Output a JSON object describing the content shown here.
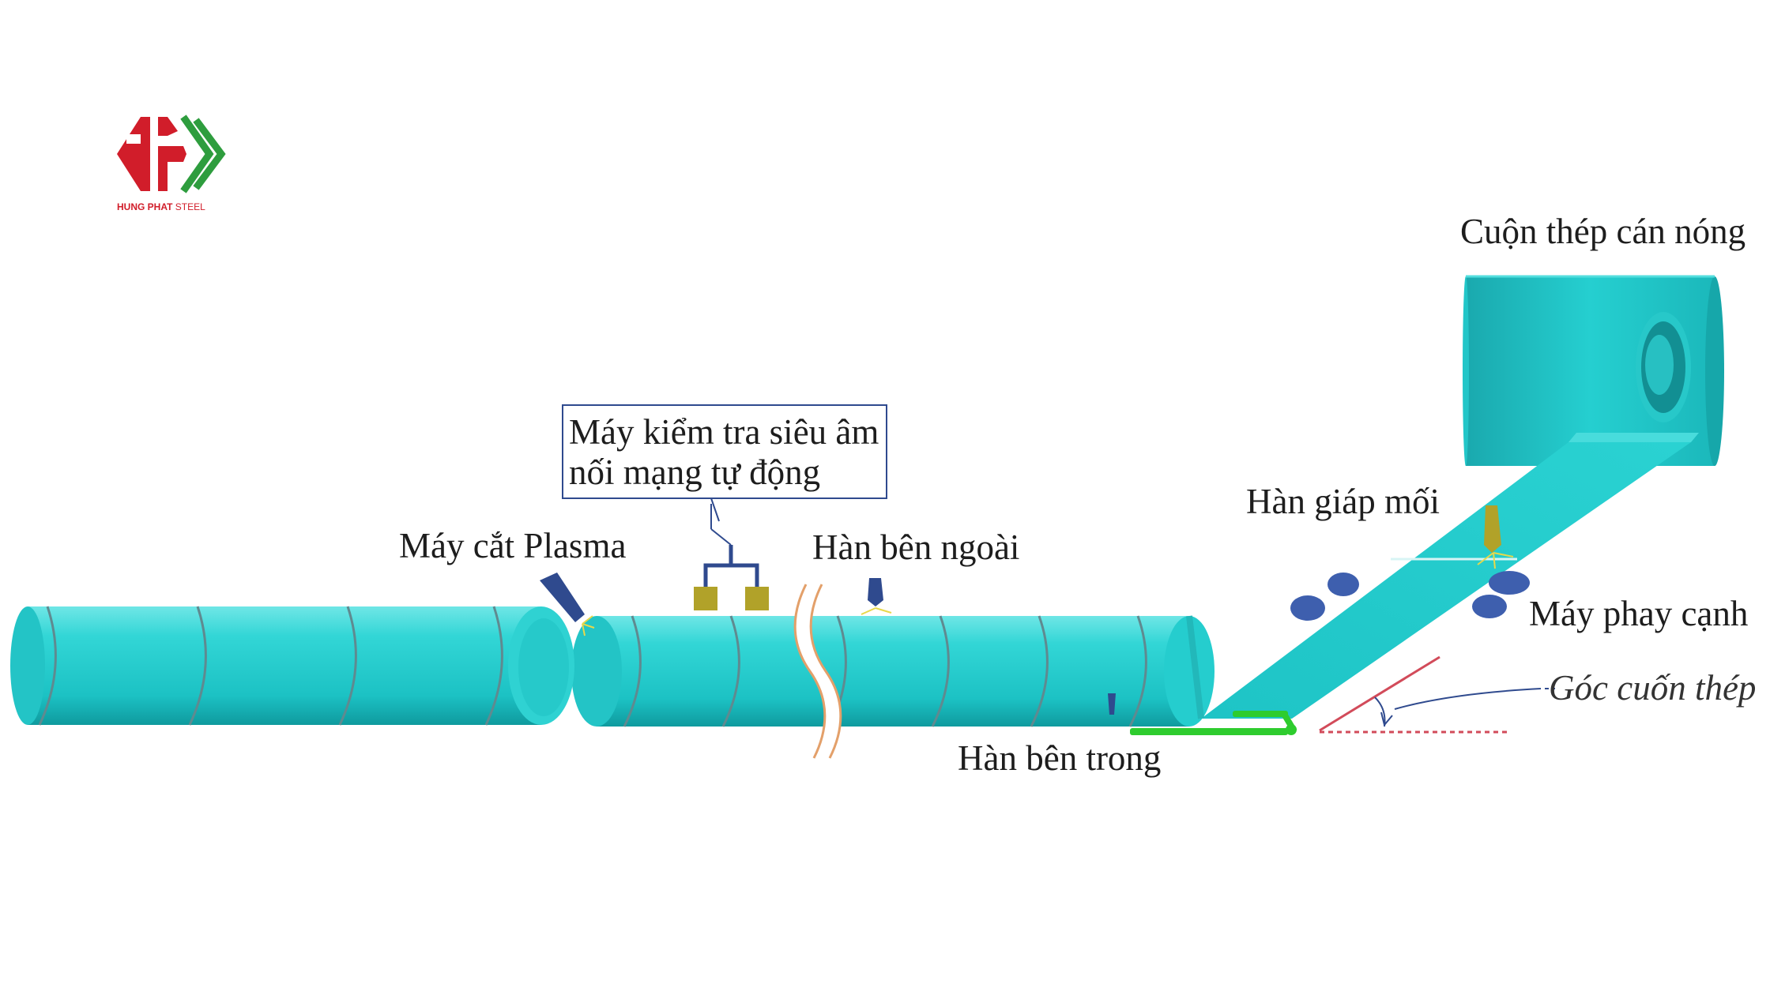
{
  "logo": {
    "name_bold": "HUNG PHAT",
    "name_light": " STEEL",
    "letters": "HP"
  },
  "labels": {
    "coil": "Cuộn thép cán nóng",
    "ultrasonic_line1": "Máy kiểm tra siêu âm",
    "ultrasonic_line2": "nối mạng tự động",
    "plasma_cutter": "Máy cắt Plasma",
    "outside_weld": "Hàn bên ngoài",
    "butt_weld": "Hàn giáp mối",
    "edge_milling": "Máy phay cạnh",
    "forming_angle": "Góc cuốn thép",
    "inside_weld": "Hàn bên trong"
  },
  "colors": {
    "pipe": "#1ec9c9",
    "pipe_light": "#6fe6e6",
    "pipe_dark": "#0f9a9e",
    "seam": "#5f8a90",
    "inside_weld_bar": "#2ecc2e",
    "roller": "#3e5fae",
    "probe": "#b1a229",
    "torch": "#2f4a8e",
    "angle_line": "#d24b5a",
    "logo_red": "#d11d2a",
    "logo_green": "#2e9d3e"
  }
}
